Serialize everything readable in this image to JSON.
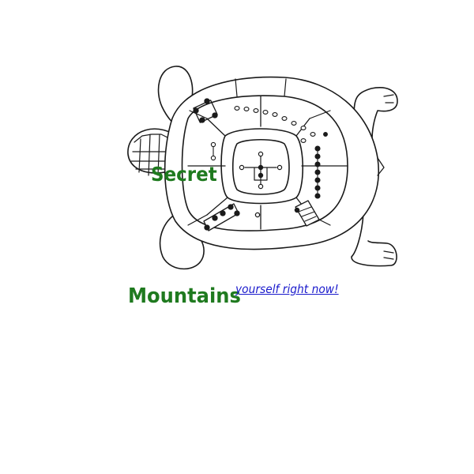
{
  "title_word_1": "Secret",
  "title_word_2": "Mountains",
  "link_text": "yourself right now!",
  "colors": {
    "title": "#1f7a1f",
    "link": "#1a1acc",
    "outline": "#1a1a1a"
  },
  "illustration": "turtle-board-drawing"
}
